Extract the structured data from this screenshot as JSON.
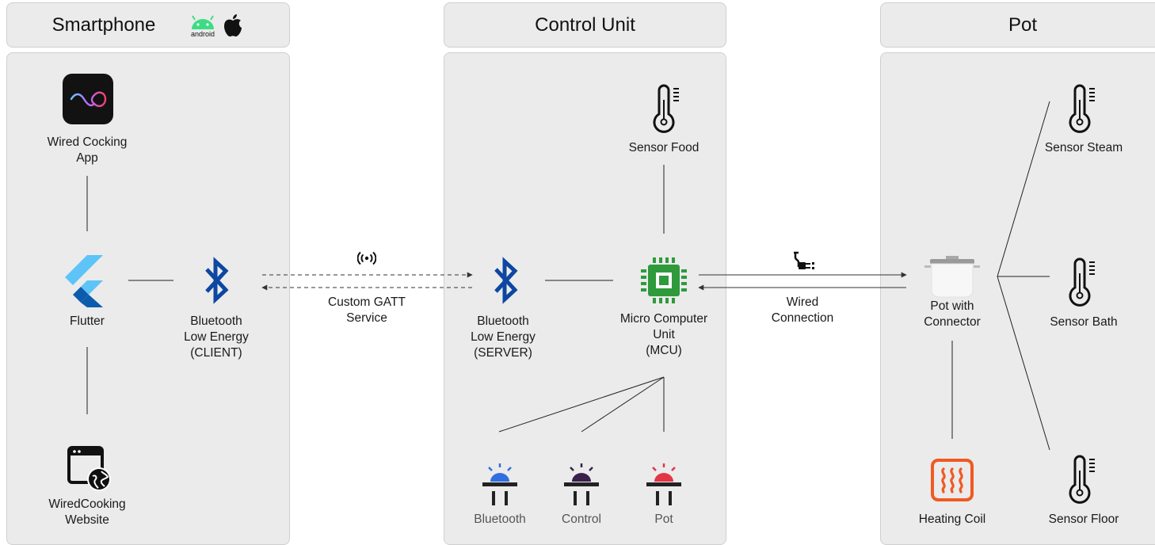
{
  "panels": {
    "smartphone": {
      "title": "Smartphone",
      "platform_icons": [
        "android-icon",
        "apple-icon"
      ],
      "android_text": "android"
    },
    "control_unit": {
      "title": "Control Unit"
    },
    "pot": {
      "title": "Pot"
    }
  },
  "smartphone": {
    "app_label": "Wired Cocking\nApp",
    "flutter_label": "Flutter",
    "ble_client_label": "Bluetooth\nLow Energy\n(CLIENT)",
    "website_label": "WiredCooking\nWebsite"
  },
  "link_ble": {
    "icon": "wireless-signal-icon",
    "label": "Custom GATT\nService"
  },
  "control_unit": {
    "sensor_food_label": "Sensor Food",
    "ble_server_label": "Bluetooth\nLow Energy\n(SERVER)",
    "mcu_label": "Micro Computer\nUnit\n(MCU)",
    "leds": [
      {
        "label": "Bluetooth",
        "color": "#2f6fe0"
      },
      {
        "label": "Control",
        "color": "#3b1f4d"
      },
      {
        "label": "Pot",
        "color": "#e23646"
      }
    ]
  },
  "link_wired": {
    "icon": "plug-connector-icon",
    "label": "Wired\nConnection"
  },
  "pot": {
    "pot_label": "Pot with\nConnector",
    "sensor_steam_label": "Sensor Steam",
    "sensor_bath_label": "Sensor Bath",
    "sensor_floor_label": "Sensor Floor",
    "heating_coil_label": "Heating Coil"
  },
  "colors": {
    "bluetooth": "#0d47a1",
    "flutter_light": "#5ec4f7",
    "flutter_dark": "#0b5cad",
    "mcu_green": "#2e9a3c",
    "heater_orange": "#ef5a23",
    "android_green": "#3ddc84",
    "panel_bg": "#ebebeb"
  }
}
